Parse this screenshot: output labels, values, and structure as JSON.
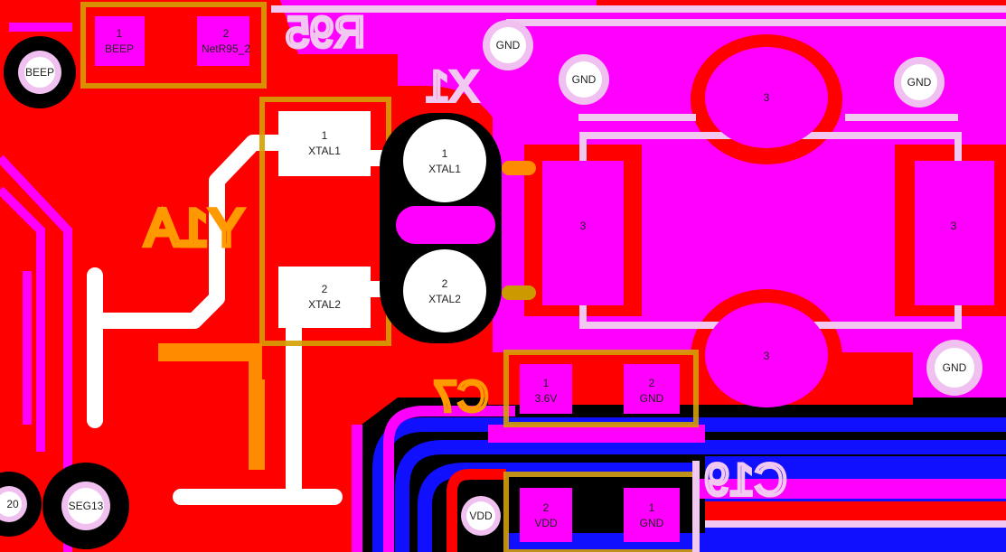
{
  "colors": {
    "board_bg": "#000000",
    "top_copper": "#ff0000",
    "magenta_copper": "#ff00ff",
    "bottom_copper": "#1010ff",
    "silkscreen": "#f0c8f0",
    "assembly_outline": "#ff8c00",
    "track_white": "#ffffff",
    "via_fill": "#ffffff",
    "via_ring": "#f0c0f0"
  },
  "designators": {
    "r95": "R95",
    "x1": "X1",
    "y1a": "Y1A",
    "c7": "C7",
    "c19": "C19"
  },
  "pads": {
    "r95_p1": {
      "num": "1",
      "net": "BEEP"
    },
    "r95_p2": {
      "num": "2",
      "net": "NetR95_2"
    },
    "y1a_p1": {
      "num": "1",
      "net": "XTAL1"
    },
    "y1a_p2": {
      "num": "2",
      "net": "XTAL2"
    },
    "x1_p1": {
      "num": "1",
      "net": "XTAL1"
    },
    "x1_p2": {
      "num": "2",
      "net": "XTAL2"
    },
    "x1_shield_top": {
      "num": "3"
    },
    "x1_shield_left": {
      "num": "3"
    },
    "x1_shield_right": {
      "num": "3"
    },
    "x1_shield_bottom": {
      "num": "3"
    },
    "c7_p1": {
      "num": "1",
      "net": "3.6V"
    },
    "c7_p2": {
      "num": "2",
      "net": "GND"
    },
    "c19_p2": {
      "num": "2",
      "net": "VDD"
    },
    "c19_p1": {
      "num": "1",
      "net": "GND"
    }
  },
  "vias": {
    "beep": "BEEP",
    "gnd_1": "GND",
    "gnd_2": "GND",
    "gnd_3": "GND",
    "gnd_4": "GND",
    "seg13": "SEG13",
    "n20": "20",
    "vdd": "VDD"
  }
}
